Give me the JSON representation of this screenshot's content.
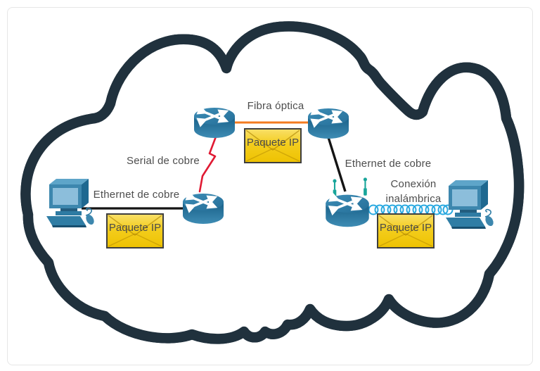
{
  "diagram": {
    "title": "",
    "labels": {
      "fiber": "Fibra óptica",
      "serial": "Serial de cobre",
      "ethernet_left": "Ethernet de cobre",
      "ethernet_right": "Ethernet de cobre",
      "wireless_line1": "Conexión",
      "wireless_line2": "inalámbrica",
      "packet_top": "Paquete IP",
      "packet_left": "Paquete IP",
      "packet_right": "Paquete IP"
    },
    "icons": {
      "router": "cisco-router",
      "wireless_router": "wireless-router",
      "computer": "desktop-computer",
      "packet": "ip-packet-envelope",
      "cloud": "internet-cloud"
    },
    "colors": {
      "label_gray": "#4d4d4d",
      "fiber_orange": "#f47b20",
      "serial_red": "#e01a33",
      "ethernet_black": "#141414",
      "wireless_blue": "#2aa9e0",
      "envelope_gold": "#f2c800",
      "device_blue": "#2d7ca6",
      "antenna_teal": "#18a59a",
      "cloud_dark": "#1d6b9b",
      "cloud_light": "#cde4f2"
    }
  }
}
